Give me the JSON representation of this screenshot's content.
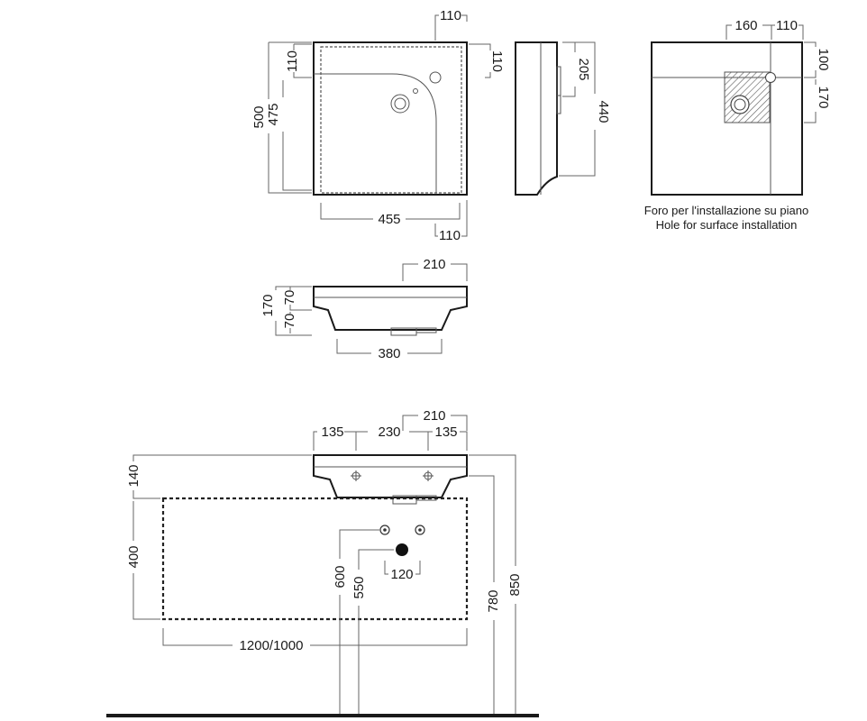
{
  "top_view": {
    "dims": {
      "top_offset": "110",
      "left_offset": "110",
      "right_offset": "110",
      "total_depth": "500",
      "inner_depth": "475",
      "inner_width": "455",
      "bottom_offset": "110"
    }
  },
  "side_view": {
    "dims": {
      "tap_height": "205",
      "depth": "440"
    }
  },
  "install_view": {
    "dims": {
      "hole_x": "160",
      "hole_width": "110",
      "top_offset": "100",
      "hole_depth": "170"
    },
    "caption_it": "Foro per l'installazione su piano",
    "caption_en": "Hole for surface installation"
  },
  "front_view": {
    "dims": {
      "top_width": "210",
      "total_height": "170",
      "rim_height": "70",
      "bowl_height": "70",
      "bottom_width": "380"
    }
  },
  "installation": {
    "dims": {
      "tap_span_top": "210",
      "left_margin": "135",
      "tap_spacing": "230",
      "right_margin": "135",
      "gap_above_cabinet": "140",
      "cabinet_height": "400",
      "tap_height": "600",
      "drain_height": "550",
      "drain_spacing": "120",
      "rim_height": "780",
      "overall_height": "850",
      "cabinet_width": "1200/1000"
    }
  }
}
